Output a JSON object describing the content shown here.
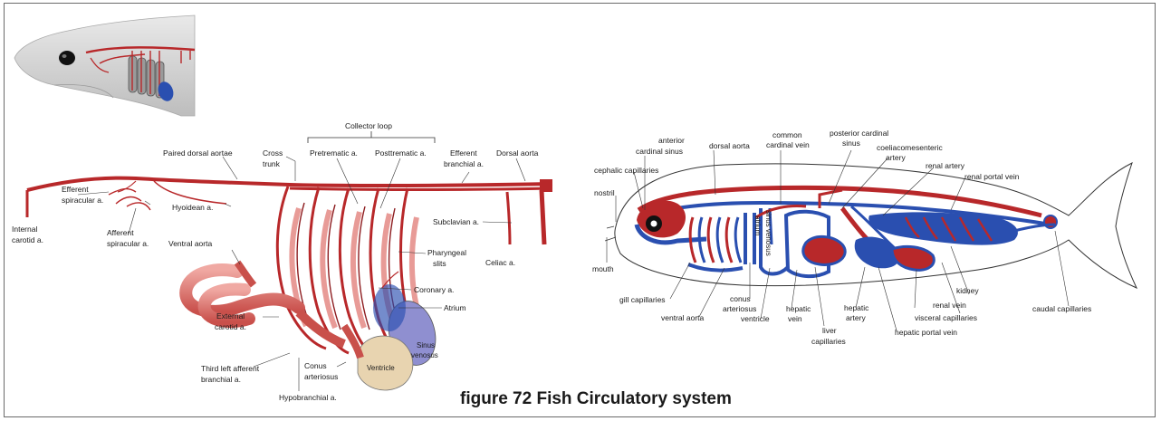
{
  "caption": "figure 72 Fish Circulatory system",
  "left_diagram": {
    "labels": {
      "collector_loop": "Collector loop",
      "paired_dorsal_aortae": "Paired dorsal aortae",
      "cross_trunk_1": "Cross",
      "cross_trunk_2": "trunk",
      "pretrematic": "Pretrematic a.",
      "posttrematic": "Posttrematic a.",
      "efferent_branchial_1": "Efferent",
      "efferent_branchial_2": "branchial a.",
      "dorsal_aorta": "Dorsal aorta",
      "internal_carotid_1": "Internal",
      "internal_carotid_2": "carotid a.",
      "efferent_spiracular_1": "Efferent",
      "efferent_spiracular_2": "spiracular a.",
      "afferent_spiracular_1": "Afferent",
      "afferent_spiracular_2": "spiracular a.",
      "hyoidean": "Hyoidean a.",
      "ventral_aorta": "Ventral aorta",
      "subclavian": "Subclavian a.",
      "pharyngeal_slits_1": "Pharyngeal",
      "pharyngeal_slits_2": "slits",
      "celiac": "Celiac a.",
      "coronary": "Coronary a.",
      "atrium": "Atrium",
      "external_carotid_1": "External",
      "external_carotid_2": "carotid a.",
      "sinus_venosus_1": "Sinus",
      "sinus_venosus_2": "venosus",
      "ventricle": "Ventricle",
      "conus_1": "Conus",
      "conus_2": "arteriosus",
      "third_left_afferent_1": "Third left afferent",
      "third_left_afferent_2": "branchial a.",
      "hypobranchial": "Hypobranchial a."
    }
  },
  "right_diagram": {
    "labels": {
      "anterior_cardinal_1": "anterior",
      "anterior_cardinal_2": "cardinal sinus",
      "dorsal_aorta": "dorsal aorta",
      "common_cardinal_1": "common",
      "common_cardinal_2": "cardinal vein",
      "posterior_cardinal_1": "posterior cardinal",
      "posterior_cardinal_2": "sinus",
      "coeliaco_1": "coeliacomesenteric",
      "coeliaco_2": "artery",
      "cephalic": "cephalic capillaries",
      "renal_artery": "renal artery",
      "renal_portal_vein": "renal portal vein",
      "nostril": "nostril",
      "atrium": "atrium",
      "sinus_venosus": "sinus venosus",
      "mouth": "mouth",
      "gill_capillaries": "gill capillaries",
      "ventral_aorta": "ventral aorta",
      "conus_1": "conus",
      "conus_2": "arteriosus",
      "ventricle": "ventricle",
      "hepatic_vein_1": "hepatic",
      "hepatic_vein_2": "vein",
      "liver_cap_1": "liver",
      "liver_cap_2": "capillaries",
      "hepatic_artery_1": "hepatic",
      "hepatic_artery_2": "artery",
      "hepatic_portal": "hepatic portal vein",
      "kidney": "kidney",
      "renal_vein": "renal vein",
      "visceral_cap": "visceral capillaries",
      "caudal_cap": "caudal capillaries"
    }
  },
  "colors": {
    "artery": "#b8282a",
    "artery_light": "#e58a86",
    "vein": "#2a4fb0",
    "atrium_blue": "#8f8fd0",
    "ventricle_tan": "#e8d4b0"
  }
}
